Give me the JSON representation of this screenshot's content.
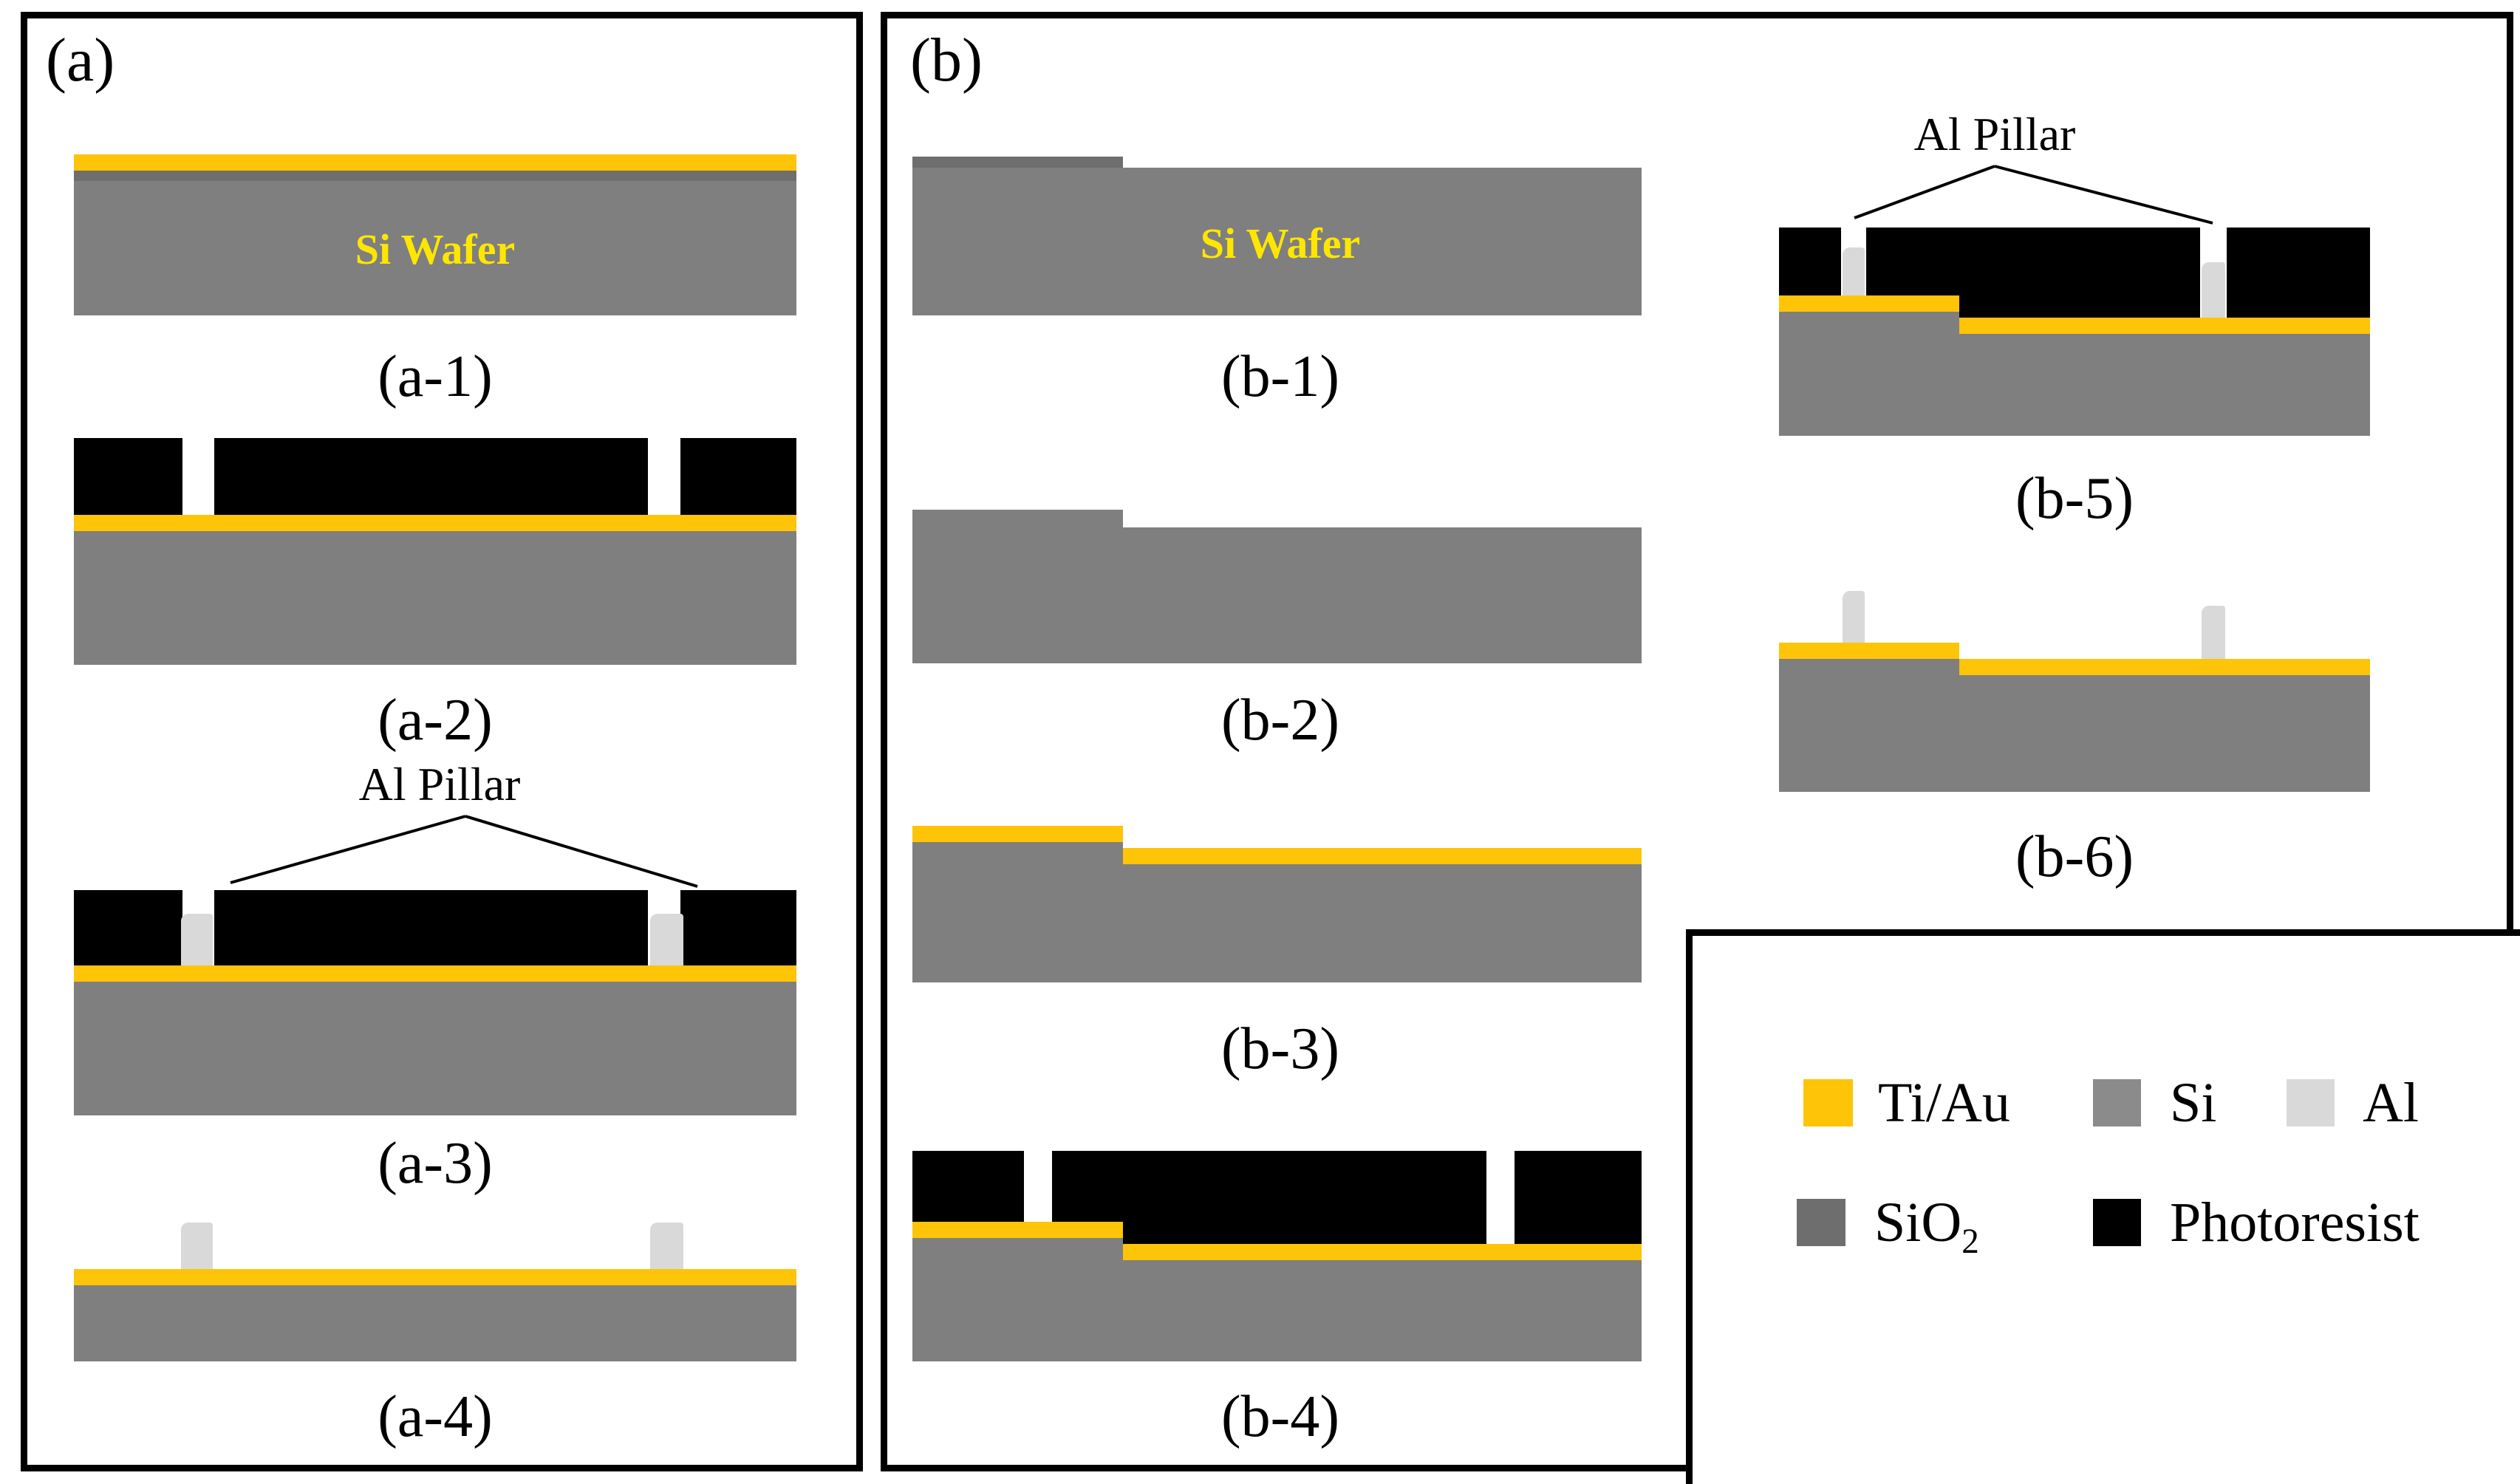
{
  "figure": {
    "panel_a": {
      "label": "(a)",
      "wafer_label": "Si Wafer",
      "pillar_annotation": "Al Pillar",
      "captions": [
        "(a-1)",
        "(a-2)",
        "(a-3)",
        "(a-4)"
      ]
    },
    "panel_b": {
      "label": "(b)",
      "wafer_label": "Si Wafer",
      "pillar_annotation": "Al Pillar",
      "captions": [
        "(b-1)",
        "(b-2)",
        "(b-3)",
        "(b-4)",
        "(b-5)",
        "(b-6)"
      ]
    },
    "legend": {
      "items": [
        {
          "name": "ti-au",
          "label": "Ti/Au",
          "color": "#FDC408"
        },
        {
          "name": "si",
          "label": "Si",
          "color": "#8B8B8B"
        },
        {
          "name": "al",
          "label": "Al",
          "color": "#D9D9D9"
        },
        {
          "name": "sio2",
          "label_base": "SiO",
          "label_sub": "2",
          "color": "#6E6E6E"
        },
        {
          "name": "photoresist",
          "label": "Photoresist",
          "color": "#000000"
        }
      ]
    },
    "colors": {
      "ti_au": "#FDC408",
      "si": "#7F7F7F",
      "sio2": "#6E6E6E",
      "al": "#D9D9D9",
      "photoresist": "#000000",
      "wafer_text": "#FFE600",
      "border": "#000000"
    }
  }
}
